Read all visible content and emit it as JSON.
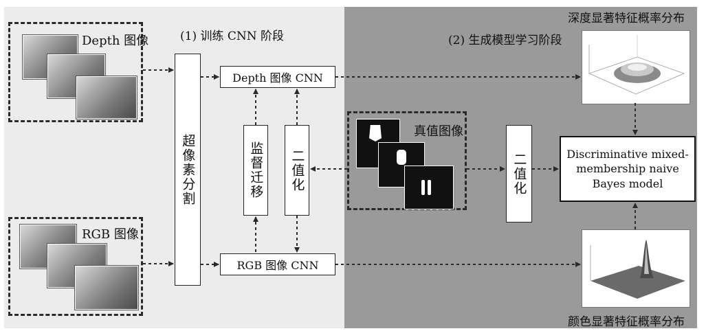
{
  "phases": {
    "train": "(1) 训练 CNN 阶段",
    "generative": "(2) 生成模型学习阶段"
  },
  "inputs": {
    "depth_label": "Depth 图像",
    "rgb_label": "RGB 图像",
    "ground_truth_label": "真值图像"
  },
  "boxes": {
    "superpixel": "超像素分割",
    "depth_cnn": "Depth 图像 CNN",
    "rgb_cnn": "RGB 图像 CNN",
    "supervision_transfer": "监督迁移",
    "binarize_left": "二值化",
    "binarize_right": "二值化",
    "bayes_model": "Discriminative mixed-membership naive Bayes model"
  },
  "outputs": {
    "depth_saliency": "深度显著特征概率分布",
    "color_saliency": "颜色显著特征概率分布"
  },
  "colors": {
    "left_panel": "#ececec",
    "right_panel": "#9a9a9a",
    "arrow": "#2a2a2a"
  }
}
